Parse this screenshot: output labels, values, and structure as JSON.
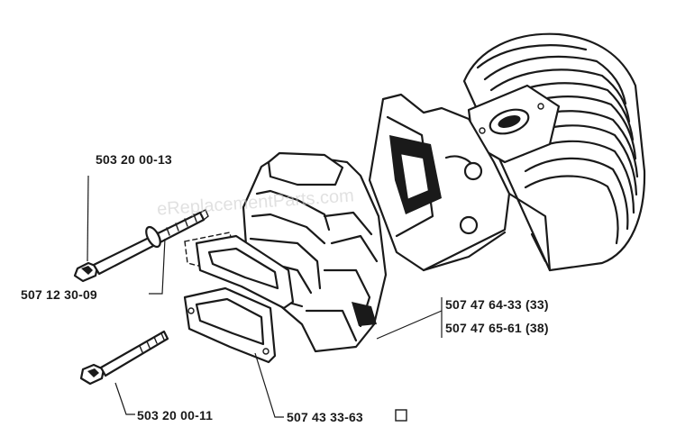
{
  "diagram": {
    "labels": {
      "bolt_upper": "503 20 00-13",
      "washer": "507 12 30-09",
      "bolt_lower": "503 20 00-11",
      "gasket": "507 43 33-63",
      "cylinder_33": "507 47 64-33 (33)",
      "cylinder_38": "507 47 65-61 (38)"
    },
    "watermark": "eReplacementParts.com"
  }
}
